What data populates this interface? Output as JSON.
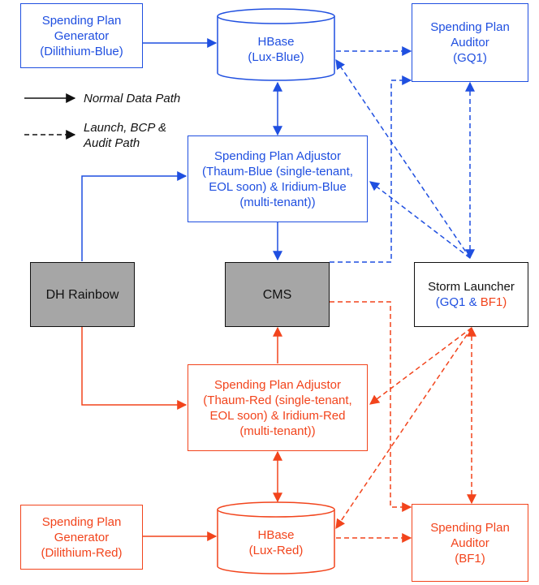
{
  "colors": {
    "blue": "#1f4fe0",
    "red": "#f2441c",
    "gray": "#a6a6a6",
    "black": "#111111"
  },
  "legend": {
    "normal": "Normal Data Path",
    "launch_line1": "Launch, BCP &",
    "launch_line2": "Audit Path"
  },
  "nodes": {
    "gen_blue": {
      "line1": "Spending Plan",
      "line2": "Generator",
      "line3": "(Dilithium-Blue)"
    },
    "hbase_blue": {
      "line1": "HBase",
      "line2": "(Lux-Blue)"
    },
    "auditor_blue": {
      "line1": "Spending Plan",
      "line2": "Auditor",
      "line3": "(GQ1)"
    },
    "adjustor_blue": {
      "line1": "Spending Plan Adjustor",
      "line2": "(Thaum-Blue (single-tenant,",
      "line3": "EOL soon) & Iridium-Blue",
      "line4": "(multi-tenant))"
    },
    "dh_rainbow": {
      "label": "DH Rainbow"
    },
    "cms": {
      "label": "CMS"
    },
    "storm": {
      "line1": "Storm Launcher",
      "gq1": "GQ1",
      "amp": " & ",
      "bf1": "BF1",
      "open": "(",
      "close": ")"
    },
    "adjustor_red": {
      "line1": "Spending Plan Adjustor",
      "line2": "(Thaum-Red (single-tenant,",
      "line3": "EOL soon) & Iridium-Red",
      "line4": "(multi-tenant))"
    },
    "gen_red": {
      "line1": "Spending Plan",
      "line2": "Generator",
      "line3": "(Dilithium-Red)"
    },
    "hbase_red": {
      "line1": "HBase",
      "line2": "(Lux-Red)"
    },
    "auditor_red": {
      "line1": "Spending Plan",
      "line2": "Auditor",
      "line3": "(BF1)"
    }
  }
}
